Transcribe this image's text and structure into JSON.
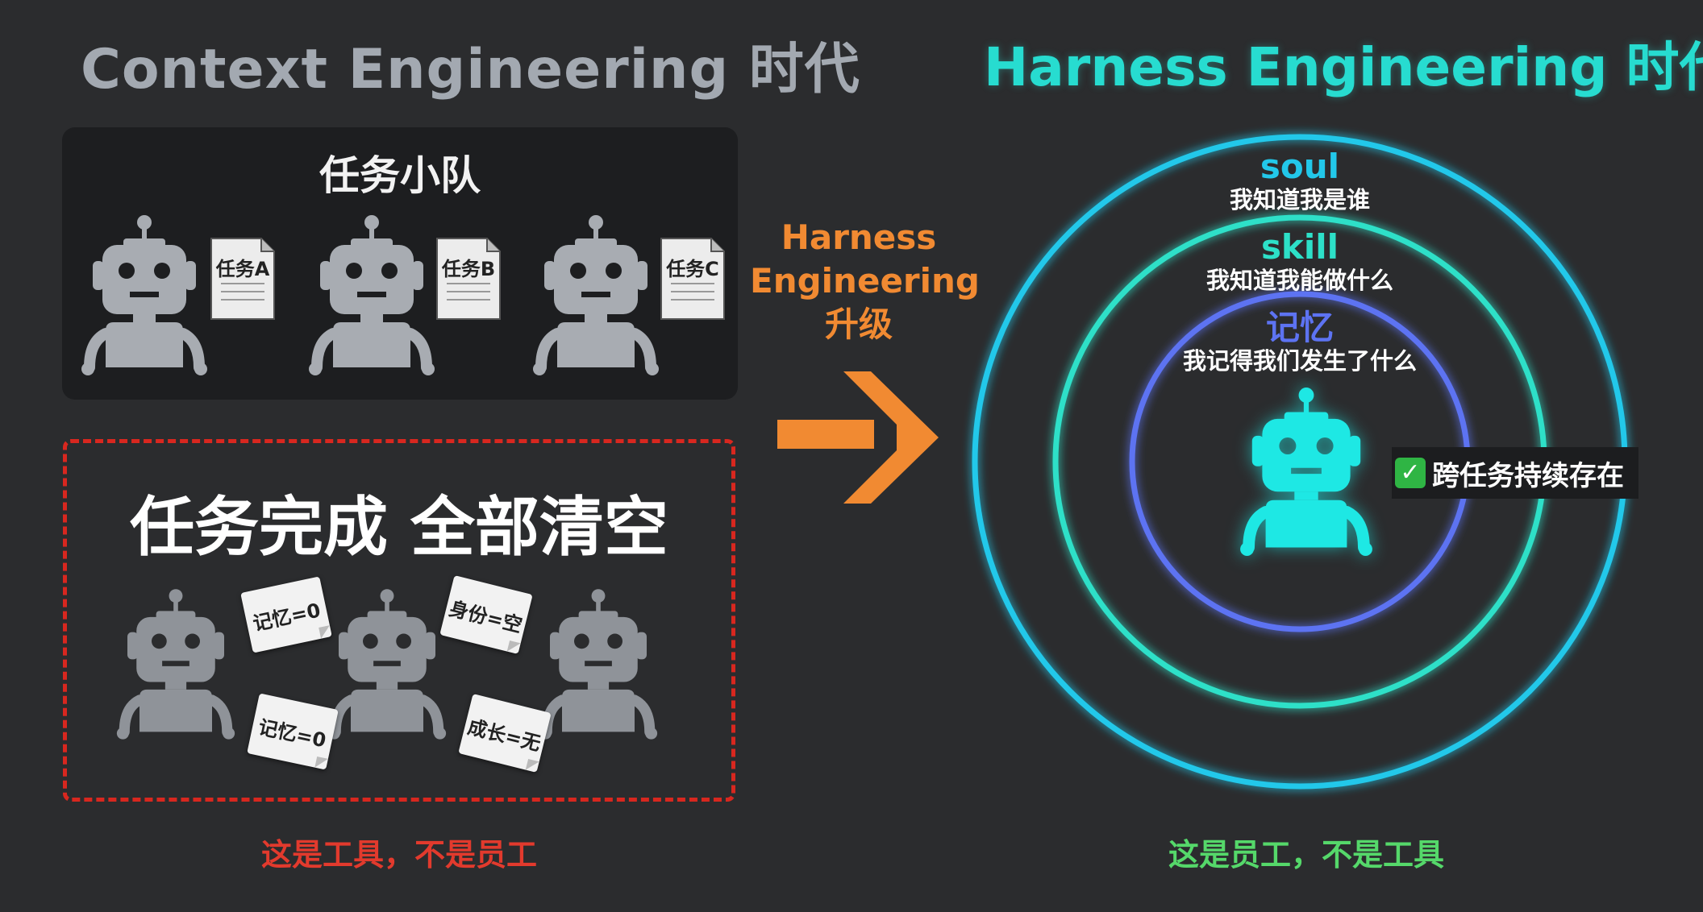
{
  "left": {
    "title": "Context Engineering 时代",
    "team_title": "任务小队",
    "tasks": [
      "任务A",
      "任务B",
      "任务C"
    ],
    "clear_title": "任务完成 全部清空",
    "tags": [
      "记忆=0",
      "身份=空",
      "记忆=0",
      "成长=无"
    ],
    "caption": "这是工具，不是员工"
  },
  "middle": {
    "upgrade_lines": [
      "Harness",
      "Engineering",
      "升级"
    ]
  },
  "right": {
    "title": "Harness Engineering 时代",
    "rings": [
      {
        "title": "soul",
        "subtitle": "我知道我是谁",
        "color": "#22c8ea"
      },
      {
        "title": "skill",
        "subtitle": "我知道我能做什么",
        "color": "#2de0c8"
      },
      {
        "title": "记忆",
        "subtitle": "我记得我们发生了什么",
        "color": "#5d73f2"
      }
    ],
    "persist_label": "跨任务持续存在",
    "caption": "这是员工，不是工具"
  },
  "colors": {
    "background": "#2b2c2e",
    "robot_gray": "#a8acb2",
    "robot_cyan": "#1ee8e4",
    "arrow_orange": "#f18a32",
    "dash_red": "#d8271f"
  },
  "icons": [
    "robot-icon",
    "document-icon",
    "arrow-right-icon",
    "check-icon"
  ]
}
